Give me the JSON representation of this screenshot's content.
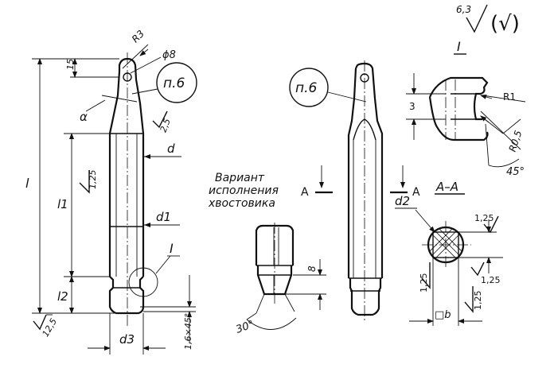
{
  "roughness": {
    "general": "6,3",
    "bracket": "(√)",
    "tip_side": "12,5",
    "tip_chamfer": "2,5",
    "shank": "1,25",
    "section_top": "1,25",
    "section_left": "1,25",
    "section_right": "1,25",
    "section_bottom": "1,25"
  },
  "left_view": {
    "radius": "R3",
    "hole_diameter": "ϕ8",
    "hole_offset": "15",
    "angle": "α",
    "note": "п.6",
    "total_length": "l",
    "length_1": "l1",
    "length_2": "l2",
    "diameter_d": "d",
    "diameter_d1": "d1",
    "diameter_d3": "d3",
    "chamfer": "1,6×45°",
    "detail_ref": "I"
  },
  "middle": {
    "variant_line1": "Вариант",
    "variant_line2": "исполнения",
    "variant_line3": "хвостовика",
    "dim_8": "8",
    "angle_30": "30°",
    "cut_label_left": "A",
    "cut_label_right": "A"
  },
  "right_view": {
    "note": "п.6",
    "section_title": "A–A",
    "section_diameter": "d2",
    "square_b": "□b"
  },
  "detail": {
    "title": "I",
    "dim_3": "3",
    "r1": "R1",
    "r05": "R0,5",
    "angle45": "45°"
  }
}
